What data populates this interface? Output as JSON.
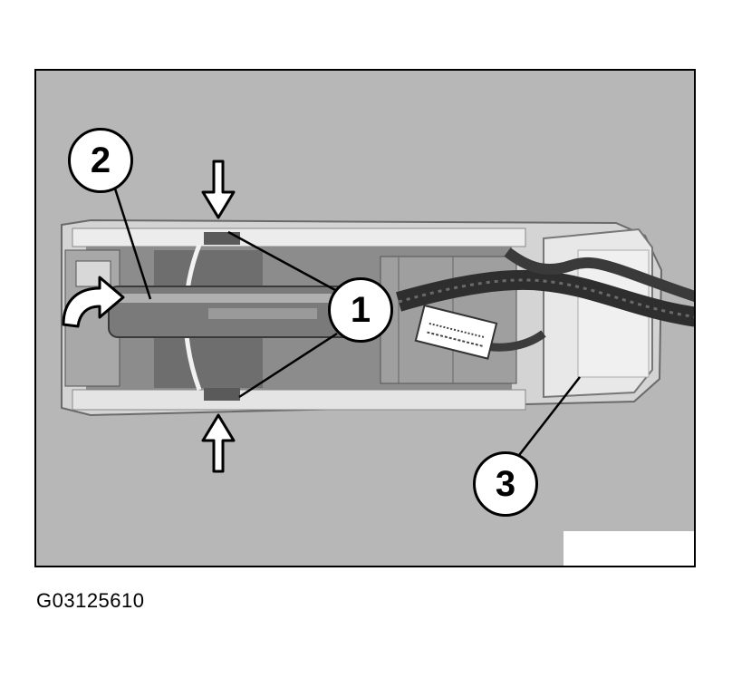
{
  "figure": {
    "callouts": {
      "one": "1",
      "two": "2",
      "three": "3"
    },
    "code": "G03125610"
  },
  "colors": {
    "background": "#b7b7b7",
    "border": "#000000",
    "part_light": "#e6e6e6",
    "part_mid": "#9a9a9a",
    "part_dark": "#5a5a5a",
    "harness": "#2e2e2e"
  }
}
